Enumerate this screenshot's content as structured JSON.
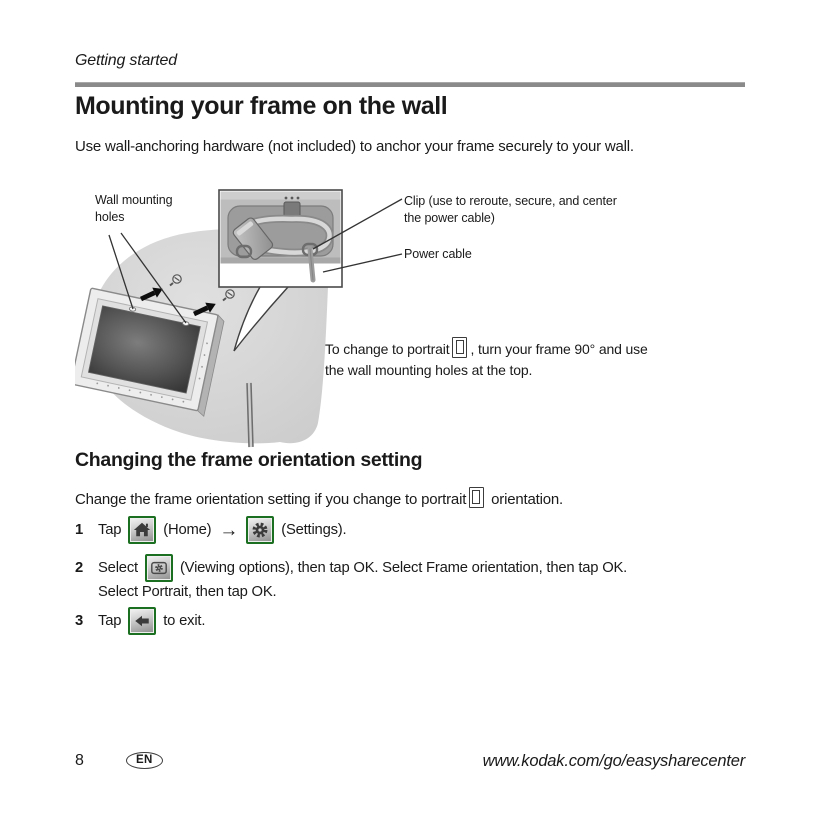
{
  "header": {
    "section_label": "Getting started"
  },
  "page": {
    "title": "Mounting your frame on the wall",
    "intro": "Use wall-anchoring hardware (not included) to anchor your frame securely to your wall."
  },
  "diagram": {
    "wall_label_line1": "Wall mounting",
    "wall_label_line2": "holes",
    "clip_label_line1": "Clip (use to reroute, secure, and center",
    "clip_label_line2": "the power cable)",
    "power_label": "Power cable",
    "caption_before_icon": "To change to portrait",
    "caption_after_icon": ", turn your frame 90° and use",
    "caption_line2": "the wall mounting holes at the top."
  },
  "section": {
    "heading": "Changing the frame orientation setting",
    "body_before_icon": "Change the frame orientation setting if you change to portrait",
    "body_after_icon": "orientation."
  },
  "steps": [
    {
      "num": "1",
      "t1": "Tap",
      "t2": "(Home)",
      "arrow": "→",
      "t3": "(Settings)."
    },
    {
      "num": "2",
      "t1": "Select",
      "t2": "(Viewing options), then tap OK. Select Frame orientation, then tap OK.",
      "line2": "Select Portrait, then tap OK."
    },
    {
      "num": "3",
      "t1": "Tap",
      "t2": "to exit."
    }
  ],
  "footer": {
    "page_number": "8",
    "language_badge": "EN",
    "website": "www.kodak.com/go/easysharecenter"
  },
  "icons": {
    "home": "home-icon",
    "settings": "settings-gear-icon",
    "viewing_options": "viewing-options-icon",
    "back": "back-arrow-icon",
    "portrait": "portrait-orientation-icon"
  },
  "colors": {
    "accent_green": "#1b6f20",
    "rule_gray": "#8a8a8a",
    "text": "#1a1a1a"
  }
}
